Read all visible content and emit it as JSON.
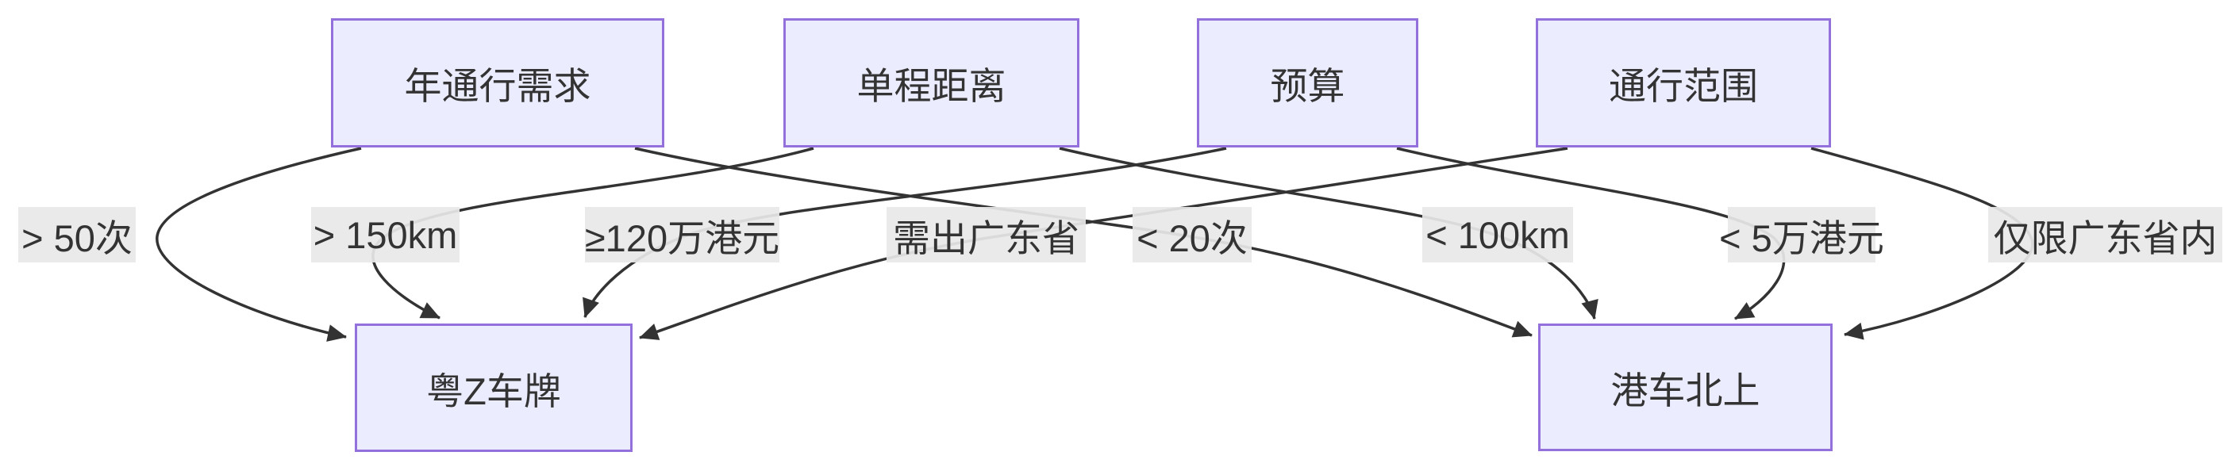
{
  "diagram": {
    "type": "flowchart",
    "background": "#ffffff",
    "colors": {
      "node_fill": "#ECECFF",
      "node_border": "#9370DB",
      "node_text": "#333333",
      "edge_stroke": "#333333",
      "edge_label_bg": "#e8e8e8",
      "edge_label_text": "#333333"
    },
    "nodes": [
      {
        "id": "annual-pass-demand",
        "label": "年通行需求"
      },
      {
        "id": "one-way-distance",
        "label": "单程距离"
      },
      {
        "id": "budget",
        "label": "预算"
      },
      {
        "id": "travel-scope",
        "label": "通行范围"
      },
      {
        "id": "yue-z-plate",
        "label": "粤Z车牌"
      },
      {
        "id": "hk-car-northbound",
        "label": "港车北上"
      }
    ],
    "edges": [
      {
        "from": "年通行需求",
        "to": "粤Z车牌",
        "label": "> 50次"
      },
      {
        "from": "单程距离",
        "to": "粤Z车牌",
        "label": "> 150km"
      },
      {
        "from": "预算",
        "to": "粤Z车牌",
        "label": "≥120万港元"
      },
      {
        "from": "通行范围",
        "to": "粤Z车牌",
        "label": "需出广东省"
      },
      {
        "from": "年通行需求",
        "to": "港车北上",
        "label": "< 20次"
      },
      {
        "from": "单程距离",
        "to": "港车北上",
        "label": "< 100km"
      },
      {
        "from": "预算",
        "to": "港车北上",
        "label": "< 5万港元"
      },
      {
        "from": "通行范围",
        "to": "港车北上",
        "label": "仅限广东省内"
      }
    ]
  }
}
